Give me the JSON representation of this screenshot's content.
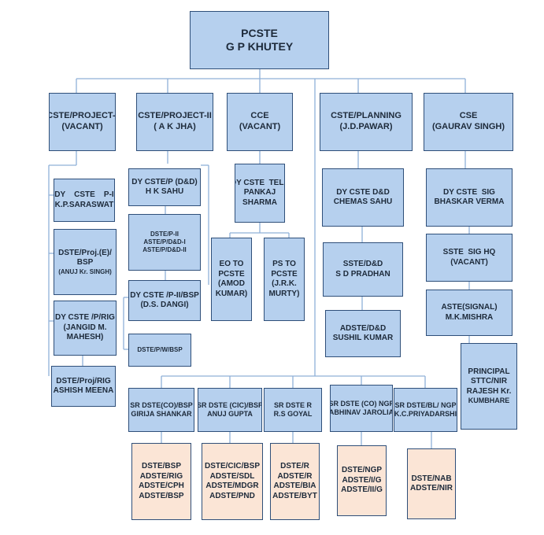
{
  "colors": {
    "node_fill": "#b6d0ee",
    "leaf_fill": "#fbe5d6",
    "border": "#2f4f79",
    "connector": "#8fb0d8"
  },
  "root": {
    "line1": "PCSTE",
    "line2": "G P KHUTEY"
  },
  "heads": {
    "project1": {
      "line1": "CSTE/PROJECT-I",
      "line2": "(VACANT)"
    },
    "project2": {
      "line1": "CSTE/PROJECT-II",
      "line2": "( A K JHA)"
    },
    "cce": {
      "line1": "CCE",
      "line2": "(VACANT)"
    },
    "planning": {
      "line1": "CSTE/PLANNING",
      "line2": "(J.D.PAWAR)"
    },
    "cse": {
      "line1": "CSE",
      "line2": "(GAURAV SINGH)"
    }
  },
  "project1": {
    "dycste": {
      "line1": "DY    CSTE    P-I",
      "line2": "K.P.SARASWAT"
    },
    "dste_proj": {
      "line1": "DSTE/Proj.(E)/",
      "line2": "BSP",
      "line3": "(ANUJ Kr. SINGH)"
    },
    "dycste_rig": {
      "line1": "DY CSTE /P/RIG",
      "line2": "(JANGID M.",
      "line3": "MAHESH)"
    },
    "dste_rig": {
      "line1": "DSTE/Proj/RIG",
      "line2": "ASHISH MEENA"
    }
  },
  "project2": {
    "dycste_dd": {
      "line1": "DY CSTE/P (D&D)",
      "line2": "H K SAHU"
    },
    "dste_p2": {
      "line1": "DSTE/P-II",
      "line2": "ASTE/P/D&D-I",
      "line3": "ASTE/P/D&D-II"
    },
    "dycste_bsp": {
      "line1": "DY CSTE /P-II/BSP",
      "line2": "(D.S. DANGI)"
    },
    "dste_pw": {
      "line1": "DSTE/P/W/BSP"
    }
  },
  "cce": {
    "dycste_tele": {
      "line1": "DY CSTE  TELE",
      "line2": "PANKAJ",
      "line3": "SHARMA"
    },
    "eoto": {
      "line1": "EO TO",
      "line2": "PCSTE",
      "line3": "(AMOD",
      "line4": "KUMAR)"
    },
    "psto": {
      "line1": "PS TO",
      "line2": "PCSTE",
      "line3": "(J.R.K.",
      "line4": "MURTY)"
    }
  },
  "planning": {
    "dycste_dd": {
      "line1": "DY CSTE D&D",
      "line2": "CHEMAS SAHU"
    },
    "sste_dd": {
      "line1": "SSTE/D&D",
      "line2": "S D PRADHAN"
    },
    "adste_dd": {
      "line1": "ADSTE/D&D",
      "line2": "SUSHIL KUMAR"
    }
  },
  "cse": {
    "dycste_sig": {
      "line1": "DY CSTE  SIG",
      "line2": "BHASKAR VERMA"
    },
    "sste_sig": {
      "line1": "SSTE  SIG HQ",
      "line2": "(VACANT)"
    },
    "aste_sig": {
      "line1": "ASTE(SIGNAL)",
      "line2": "M.K.MISHRA"
    },
    "principal": {
      "line1": "PRINCIPAL",
      "line2": "STTC/NIR",
      "line3": "RAJESH Kr.",
      "line4": "KUMBHARE"
    }
  },
  "srdste": [
    {
      "line1": "SR DSTE(CO)/BSP",
      "line2": "GIRIJA SHANKAR"
    },
    {
      "line1": "SR DSTE (CIC)/BSP",
      "line2": "ANUJ GUPTA"
    },
    {
      "line1": "SR DSTE R",
      "line2": "R.S GOYAL"
    },
    {
      "line1": "SR DSTE (CO) NGP",
      "line2": "ABHINAV JAROLIA"
    },
    {
      "line1": "SR DSTE/BL/ NGP",
      "line2": "K.C.PRIYADARSHI"
    }
  ],
  "subordinates": [
    [
      "DSTE/BSP",
      "ADSTE/RIG",
      "ADSTE/CPH",
      "ADSTE/BSP"
    ],
    [
      "DSTE/CIC/BSP",
      "ADSTE/SDL",
      "ADSTE/MDGR",
      "ADSTE/PND"
    ],
    [
      "DSTE/R",
      "ADSTE/R",
      "ADSTE/BIA",
      "ADSTE/BYT"
    ],
    [
      "DSTE/NGP",
      "ADSTE/I/G",
      "ADSTE/II/G"
    ],
    [
      "DSTE/NAB",
      "ADSTE/NIR"
    ]
  ]
}
